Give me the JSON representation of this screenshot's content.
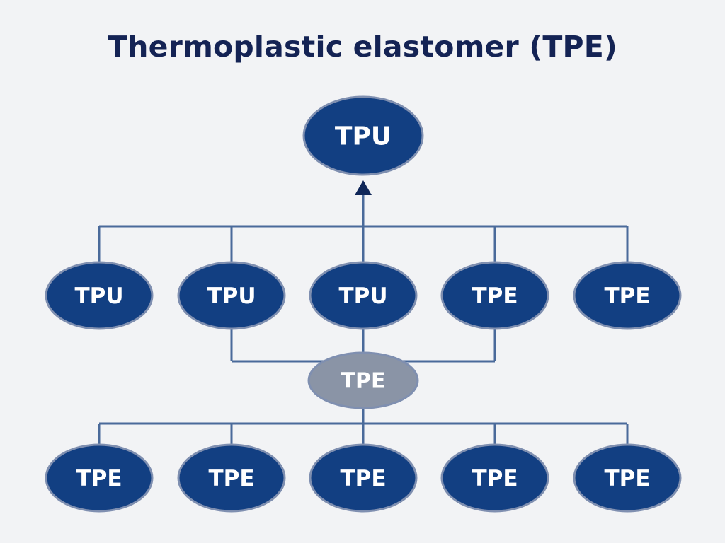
{
  "title": "Thermoplastic elastomer (TPE)",
  "colors": {
    "node_fill": "#123f82",
    "node_stroke": "#7f8fb0",
    "hub_fill": "#8a94a6",
    "connector": "#4a6a9a",
    "arrow": "#0f2658",
    "title": "#142354"
  },
  "nodes": {
    "root": "TPU",
    "middle_row": [
      "TPU",
      "TPU",
      "TPU",
      "TPE",
      "TPE"
    ],
    "hub": "TPE",
    "bottom_row": [
      "TPE",
      "TPE",
      "TPE",
      "TPE",
      "TPE"
    ]
  }
}
